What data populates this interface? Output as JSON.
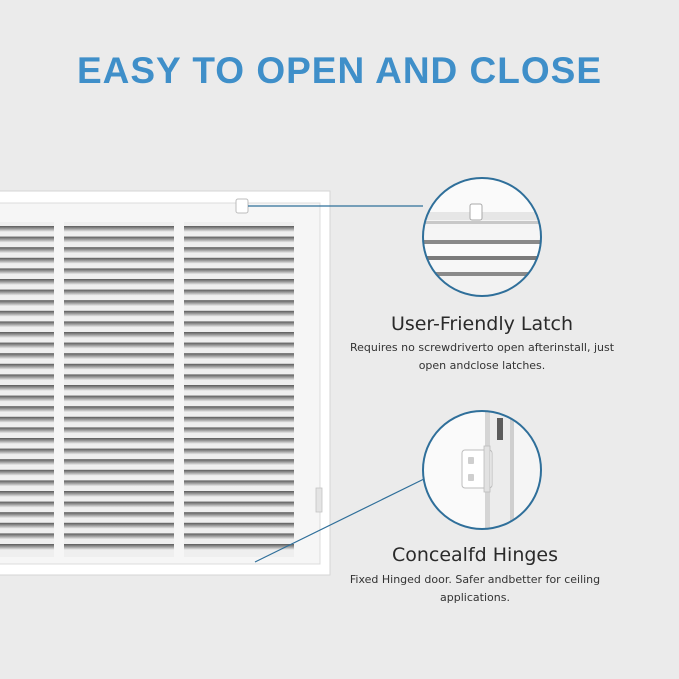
{
  "headline": "EASY TO OPEN AND CLOSE",
  "colors": {
    "headline": "#3f8fc9",
    "callout_ring": "#2f6f9a",
    "background": "#ebebeb",
    "grille": "#ffffff"
  },
  "features": [
    {
      "title": "User-Friendly Latch",
      "description_lines": [
        "Requires no screwdriverto open afterinstall, just",
        "open andclose latches."
      ],
      "icon": "latch-closeup"
    },
    {
      "title": "Concealfd Hinges",
      "description_lines": [
        "Fixed Hinged door. Safer andbetter for ceiling",
        "applications."
      ],
      "icon": "hinge-closeup"
    }
  ]
}
